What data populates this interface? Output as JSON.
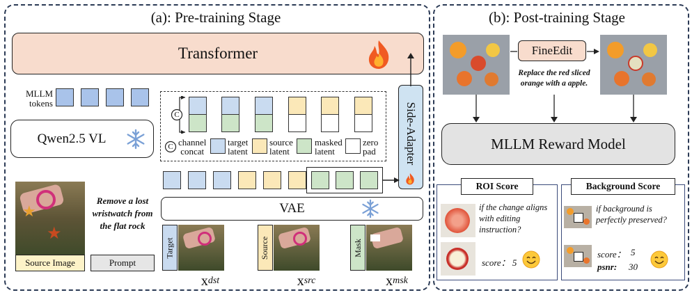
{
  "pretraining": {
    "title": "(a): Pre-training Stage",
    "transformer": "Transformer",
    "mllm_tokens_line1": "MLLM",
    "mllm_tokens_line2": "tokens",
    "qwen": "Qwen2.5 VL",
    "side_adapter": "Side-Adapter",
    "vae": "VAE",
    "legend": {
      "c_symbol": "C",
      "channel_concat_1": "channel",
      "channel_concat_2": "concat",
      "target_latent_1": "target",
      "target_latent_2": "latent",
      "source_latent_1": "source",
      "source_latent_2": "latent",
      "masked_latent_1": "masked",
      "masked_latent_2": "latent",
      "zero_pad_1": "zero",
      "zero_pad_2": "pad"
    },
    "prompt_text": "Remove a lost wristwatch from the flat rock",
    "source_image_label": "Source Image",
    "prompt_label": "Prompt",
    "inputs": [
      {
        "tag": "Target",
        "symbol": "x",
        "sub": "dst"
      },
      {
        "tag": "Source",
        "symbol": "x",
        "sub": "src"
      },
      {
        "tag": "Mask",
        "symbol": "x",
        "sub": "msk"
      }
    ]
  },
  "posttraining": {
    "title": "(b): Post-training Stage",
    "fineedit": "FineEdit",
    "instruction": "Replace the red sliced orange with a apple.",
    "reward_model": "MLLM Reward Model",
    "roi": {
      "title": "ROI Score",
      "question": "if the change aligns with editing instruction?",
      "score": "score： 5"
    },
    "background": {
      "title": "Background Score",
      "question": "if background is perfectly preserved?",
      "score_label": "score：",
      "score_value": "5",
      "psnr_label": "psnr:",
      "psnr_value": "30"
    }
  },
  "colors": {
    "transformer_bg": "#f8dccd",
    "token_blue": "#a9c3ea",
    "side_adapter": "#cfe3f2",
    "panel_border": "#2b3a55"
  }
}
